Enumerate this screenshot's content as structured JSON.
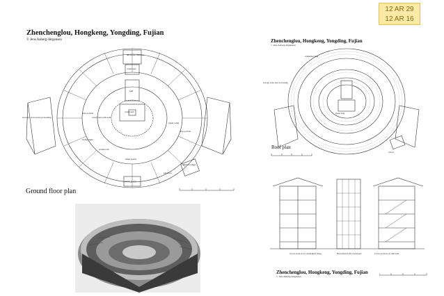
{
  "course_tags": [
    "12 AR 29",
    "12 AR 16"
  ],
  "ground_plan": {
    "title": "Zhenchenglou, Hongkeng, Yongding, Fujian",
    "credit": "© Jens Aaberg-Jørgensen",
    "caption": "Ground floor plan",
    "labels": {
      "ancestral_chamber": "ancestral chamber",
      "courtyard_top": "courtyard",
      "hall": "hall",
      "courtyard": "courtyard",
      "side_portals": "side portals",
      "courtyard_with_well": "courtyard with well",
      "storage_store_used_as_housing": "storage, store used as housing",
      "guest_wing": "guest wing",
      "side_portals_right": "side portals",
      "living_units": "living units",
      "washroom": "washroom",
      "main_portal": "main portal",
      "animal_lodges": "animal lodges",
      "pavilion": "pavilion",
      "main_portal_bottom": "main portal"
    }
  },
  "roof_plan": {
    "title": "Zhenchenglou, Hongkeng, Yongding, Fujian",
    "credit": "© Jens Aaberg-Jørgensen",
    "caption": "Roof plan",
    "labels": {
      "residential_wing": "residential wing",
      "storage_store_used_as_housing": "storage, store used as housing",
      "guest_wing": "guest wing",
      "school": "school"
    }
  },
  "section": {
    "labels": {
      "cross_section_residential": "Cross section of residential wing",
      "elevation_courtyard": "Elevation from courtyard",
      "cross_section_stairwell": "Cross section of stairwell"
    },
    "title": "Zhenchenglou, Hongkeng, Yongding, Fujian",
    "credit": "© Jens Aaberg-Jørgensen"
  },
  "photo": {
    "alt": "aerial view of the round earth building"
  }
}
